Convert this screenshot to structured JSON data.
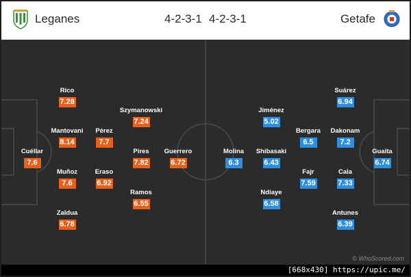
{
  "header": {
    "home": {
      "name": "Leganes",
      "formation": "4-2-3-1"
    },
    "away": {
      "name": "Getafe",
      "formation": "4-2-3-1"
    }
  },
  "colors": {
    "home_rating": "#e8601c",
    "away_rating": "#2e8fde",
    "pitch": "#2b2b2b"
  },
  "home_players": [
    {
      "name": "Cuéllar",
      "rating": "7.6"
    },
    {
      "name": "Rico",
      "rating": "7.28"
    },
    {
      "name": "Mantovani",
      "rating": "8.14"
    },
    {
      "name": "Muñoz",
      "rating": "7.6"
    },
    {
      "name": "Zaldua",
      "rating": "6.78"
    },
    {
      "name": "Pérez",
      "rating": "7.7"
    },
    {
      "name": "Eraso",
      "rating": "6.92"
    },
    {
      "name": "Szymanowski",
      "rating": "7.24"
    },
    {
      "name": "Pires",
      "rating": "7.82"
    },
    {
      "name": "Ramos",
      "rating": "6.55"
    },
    {
      "name": "Guerrero",
      "rating": "6.72"
    }
  ],
  "away_players": [
    {
      "name": "Molina",
      "rating": "6.3"
    },
    {
      "name": "Jiménez",
      "rating": "5.02"
    },
    {
      "name": "Shibasaki",
      "rating": "6.43"
    },
    {
      "name": "Ndiaye",
      "rating": "6.58"
    },
    {
      "name": "Bergara",
      "rating": "6.5"
    },
    {
      "name": "Fajr",
      "rating": "7.59"
    },
    {
      "name": "Suárez",
      "rating": "6.94"
    },
    {
      "name": "Dakonam",
      "rating": "7.2"
    },
    {
      "name": "Cala",
      "rating": "7.33"
    },
    {
      "name": "Antunes",
      "rating": "6.39"
    },
    {
      "name": "Guaita",
      "rating": "6.74"
    }
  ],
  "watermark": "© WhoScored.com",
  "footer": "[668x430] https://upic.me/"
}
